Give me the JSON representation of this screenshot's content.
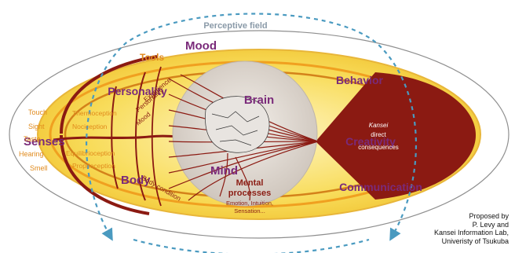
{
  "diagram": {
    "perceptive_field": "Perceptive field",
    "mood": "Mood",
    "tools": "Tools",
    "personality": "Personality",
    "senses": "Senses",
    "body": "Body",
    "brain": "Brain",
    "mind": "Mind",
    "behavior": "Behavior",
    "creativity": "Creativity",
    "communication": "Communication",
    "experience": "Experience",
    "personality_small": "Personality",
    "mood_small": "Mood",
    "body_condition": "Body condition",
    "mental_processes_1": "Mental",
    "mental_processes_2": "processes",
    "emotion_line": "Emotion, Intuition,",
    "sensation_line": "Sensation...",
    "kansei_1": "Kansei",
    "kansei_2": "direct",
    "kansei_3": "consequences",
    "senses_list": [
      "Touch",
      "Sight",
      "Taste",
      "Hearing",
      "Smell"
    ],
    "body_senses_list": [
      "Thermoception",
      "Nociception",
      "Equilibrioception",
      "Proprioception"
    ],
    "colors": {
      "outer_ellipse": "#9a9a9a",
      "yellow": "#f6d34a",
      "orange_ring": "#f0a020",
      "dark_red": "#8b1a12",
      "brain_circle": "#d8d0c8",
      "dashed_blue": "#4a9ac0",
      "purple_text": "#7a2a7a"
    }
  },
  "credit": {
    "line1": "Proposed by",
    "line2": "P. Levy and",
    "line3": "Kansei Information Lab,",
    "line4": "Univeristy of Tsukuba"
  }
}
